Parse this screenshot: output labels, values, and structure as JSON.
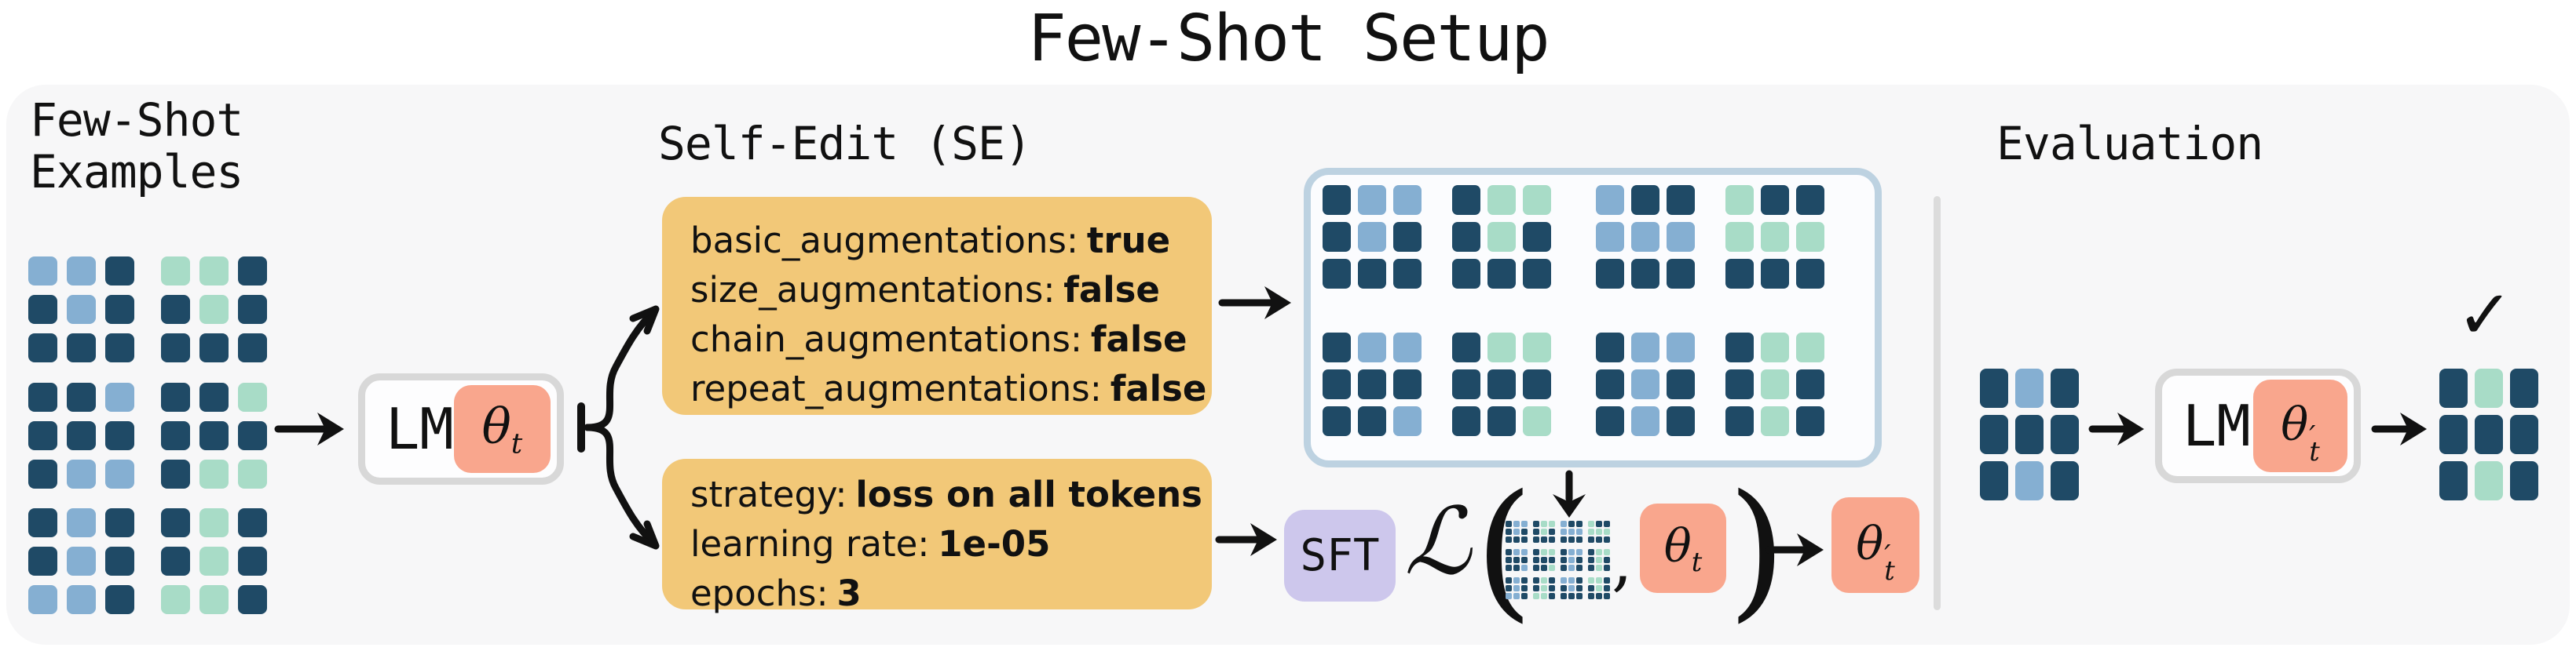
{
  "title": "Few-Shot Setup",
  "sections": {
    "few_shot": {
      "label_line1": "Few-Shot",
      "label_line2": "Examples"
    },
    "self_edit": {
      "label": "Self-Edit (SE)"
    },
    "evaluation": {
      "label": "Evaluation"
    }
  },
  "lm": {
    "label": "LM"
  },
  "sft": {
    "label": "SFT"
  },
  "math": {
    "loss_symbol": "ℒ",
    "open_paren": "(",
    "close_paren": ")",
    "comma": ",",
    "theta": "θ",
    "theta_sub": "t",
    "prime": "′",
    "checkmark": "✓"
  },
  "augmentation_config": {
    "items": [
      {
        "key": "basic_augmentations:",
        "value": "true"
      },
      {
        "key": "size_augmentations:",
        "value": "false"
      },
      {
        "key": "chain_augmentations:",
        "value": "false"
      },
      {
        "key": "repeat_augmentations:",
        "value": "false"
      }
    ]
  },
  "training_config": {
    "items": [
      {
        "key": "strategy:",
        "value": "loss on all tokens"
      },
      {
        "key": "learning rate:",
        "value": "1e-05"
      },
      {
        "key": "epochs:",
        "value": "3"
      }
    ]
  },
  "colors": {
    "page": "#ffffff",
    "panel": "#f7f7f8",
    "navy": "#1f4a66",
    "blue": "#85afd2",
    "mint": "#a8dcc7",
    "salmon": "#f9a68d",
    "yellow": "#f2c878",
    "lavender": "#cdc7ec",
    "border_gray": "#d8d8d8",
    "border_blue": "#bdd2e1",
    "divider": "#dcdcdc",
    "ink": "#111111"
  },
  "cell_color_map": {
    "d": "navy",
    "b": "blue",
    "m": "mint"
  },
  "grids": {
    "few_shot_pairs": [
      {
        "input": [
          "bbd",
          "dbd",
          "ddd"
        ],
        "output": [
          "mmd",
          "dmd",
          "ddd"
        ]
      },
      {
        "input": [
          "ddb",
          "ddd",
          "dbb"
        ],
        "output": [
          "ddm",
          "ddd",
          "dmm"
        ]
      },
      {
        "input": [
          "dbd",
          "dbd",
          "bbd"
        ],
        "output": [
          "dmd",
          "dmd",
          "mmd"
        ]
      }
    ],
    "augmented_pairs": [
      {
        "input": [
          "dbb",
          "dbd",
          "ddd"
        ],
        "output": [
          "dmm",
          "dmd",
          "ddd"
        ]
      },
      {
        "input": [
          "bdd",
          "bbb",
          "ddd"
        ],
        "output": [
          "mdd",
          "mmm",
          "ddd"
        ]
      },
      {
        "input": [
          "dbb",
          "ddd",
          "ddb"
        ],
        "output": [
          "dmm",
          "ddd",
          "ddm"
        ]
      },
      {
        "input": [
          "dbb",
          "dbd",
          "dbd"
        ],
        "output": [
          "dmm",
          "dmd",
          "dmd"
        ]
      }
    ],
    "mini": [
      [
        "dbb",
        "dbd",
        "ddd"
      ],
      [
        "dmm",
        "dmd",
        "ddd"
      ],
      [
        "bdd",
        "bbb",
        "ddd"
      ],
      [
        "mdd",
        "mmm",
        "ddd"
      ],
      [
        "dbb",
        "ddd",
        "ddb"
      ],
      [
        "dmm",
        "ddd",
        "ddm"
      ],
      [
        "dbb",
        "dbd",
        "dbd"
      ],
      [
        "dmm",
        "dmd",
        "dmd"
      ],
      [
        "dbd",
        "dbd",
        "bbd"
      ],
      [
        "dmd",
        "dmd",
        "mmd"
      ],
      [
        "bbd",
        "dbd",
        "ddd"
      ],
      [
        "mmd",
        "dmd",
        "ddd"
      ]
    ],
    "eval_input": [
      "dbd",
      "ddd",
      "dbd"
    ],
    "eval_output": [
      "dmd",
      "ddd",
      "dmd"
    ]
  }
}
